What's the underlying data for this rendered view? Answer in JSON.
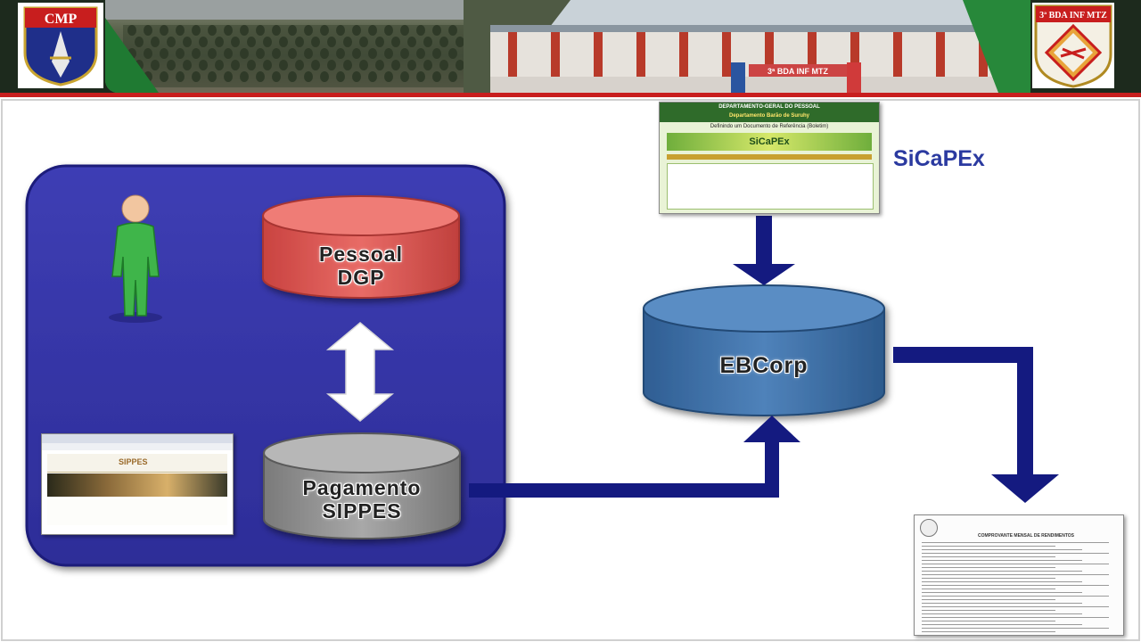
{
  "header": {
    "left_badge_text": "CMP",
    "right_badge_text": "3ª BDA INF MTZ",
    "building_sign": "3ª BDA INF MTZ",
    "accent_color": "#c81e1e"
  },
  "diagram": {
    "nodes": {
      "pessoal": {
        "line1": "Pessoal",
        "line2": "DGP",
        "color": "#d9514e"
      },
      "pagamento": {
        "line1": "Pagamento",
        "line2": "SIPPES",
        "color": "#8c8c8c"
      },
      "ebcorp": {
        "label": "EBCorp",
        "color": "#3a6fa8"
      }
    },
    "sicapex_label": "SiCaPEx",
    "sicapex_screenshot": {
      "header1": "DEPARTAMENTO-GERAL DO PESSOAL",
      "header2": "Departamento Barão de Suruhy",
      "subtitle": "Definindo um Documento de Referência (Boletim)",
      "logo_text": "SiCaPEx"
    },
    "sippes_screenshot": {
      "logo_text": "SIPPES"
    },
    "document": {
      "title": "COMPROVANTE MENSAL DE RENDIMENTOS"
    },
    "group_color": "#3434a6",
    "connector_color": "#141a80",
    "icons": [
      "person-icon",
      "double-arrow-icon",
      "arrow-down-icon",
      "arrow-up-icon"
    ]
  }
}
